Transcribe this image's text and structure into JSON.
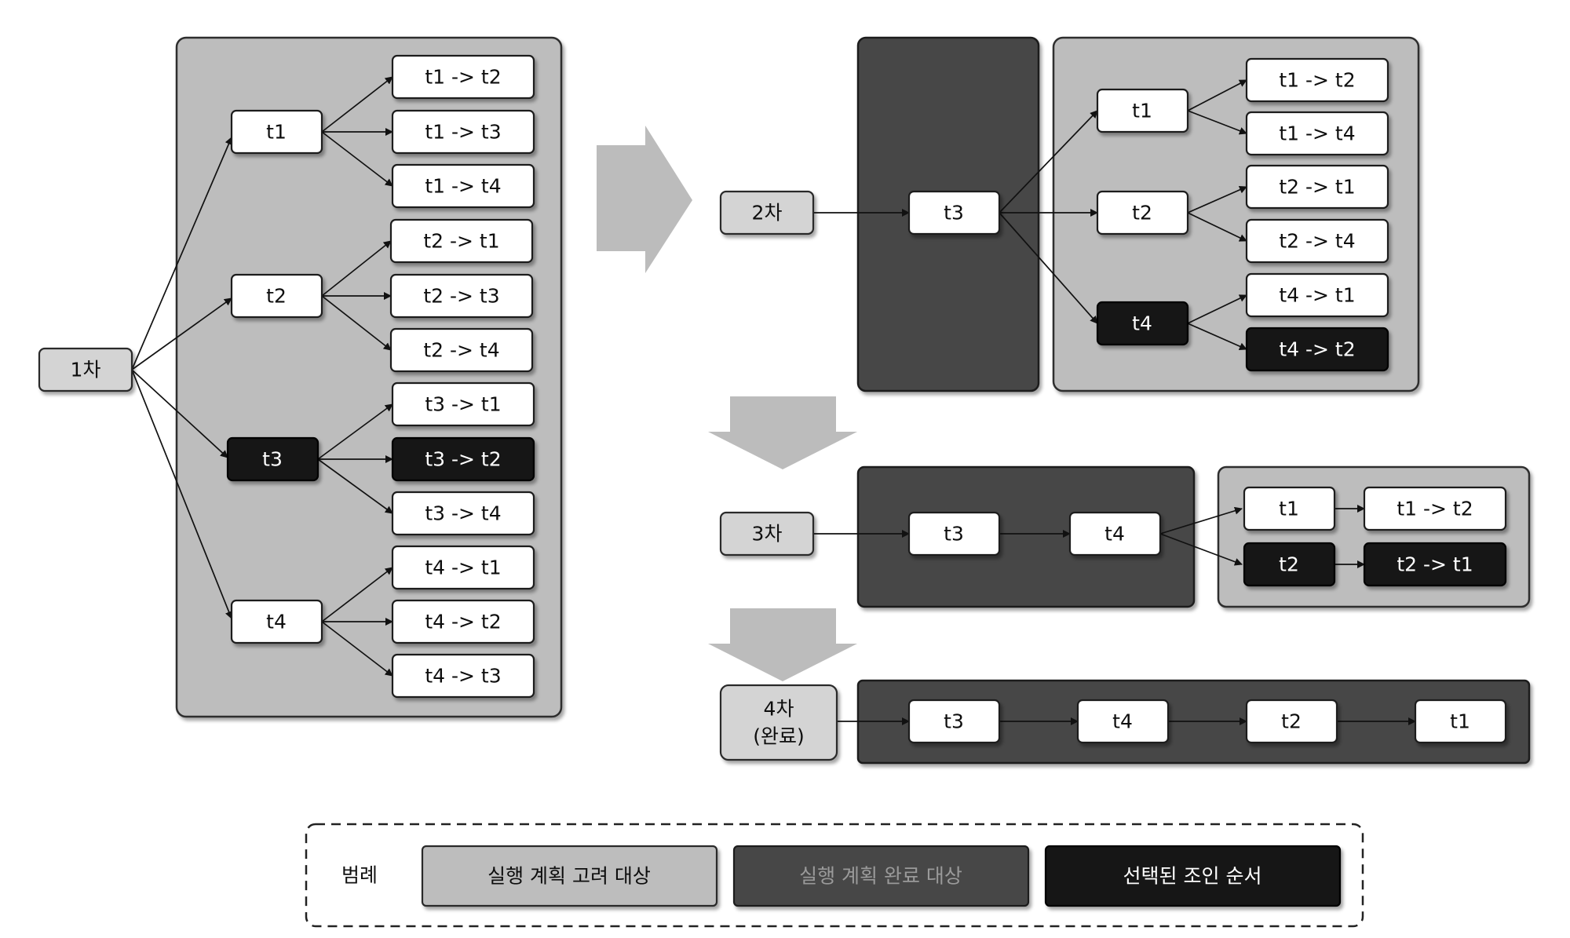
{
  "steps": {
    "step1": "1차",
    "step2": "2차",
    "step3": "3차",
    "step4_line1": "4차",
    "step4_line2": "(완료)"
  },
  "round1": {
    "tables": [
      "t1",
      "t2",
      "t3",
      "t4"
    ],
    "selected_table": "t3",
    "pairs": [
      "t1 -> t2",
      "t1 -> t3",
      "t1 -> t4",
      "t2 -> t1",
      "t2 -> t3",
      "t2 -> t4",
      "t3 -> t1",
      "t3 -> t2",
      "t3 -> t4",
      "t4 -> t1",
      "t4 -> t2",
      "t4 -> t3"
    ],
    "selected_pair": "t3 -> t2"
  },
  "round2": {
    "fixed": [
      "t3"
    ],
    "candidates": [
      "t1",
      "t2",
      "t4"
    ],
    "selected_candidate": "t4",
    "pairs": [
      "t1 -> t2",
      "t1 -> t4",
      "t2 -> t1",
      "t2 -> t4",
      "t4 -> t1",
      "t4 -> t2"
    ],
    "selected_pair": "t4 -> t2"
  },
  "round3": {
    "fixed": [
      "t3",
      "t4"
    ],
    "candidates": [
      "t1",
      "t2"
    ],
    "selected_candidate": "t2",
    "pairs": [
      "t1 -> t2",
      "t2 -> t1"
    ],
    "selected_pair": "t2 -> t1"
  },
  "round4": {
    "final_order": [
      "t3",
      "t4",
      "t2",
      "t1"
    ]
  },
  "legend": {
    "title": "범례",
    "considered": "실행 계획 고려 대상",
    "completed": "실행 계획 완료 대상",
    "selected": "선택된 조인 순서"
  },
  "colors": {
    "considered_panel": "#bdbdbd",
    "completed_panel": "#474747",
    "selected_node": "#161616",
    "arrow": "#bcbcbc"
  }
}
